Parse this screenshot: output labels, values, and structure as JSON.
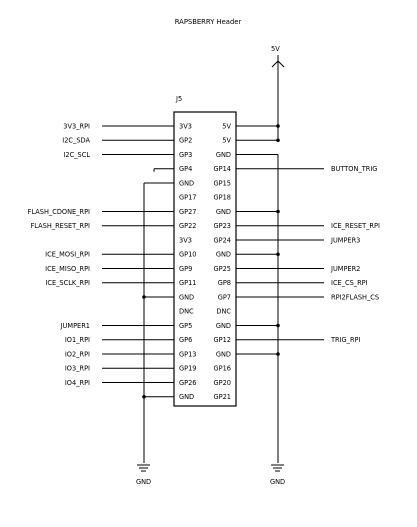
{
  "title": "RAPSBERRY Header",
  "connector": {
    "refdes": "J5",
    "left_pins": [
      "3V3",
      "GP2",
      "GP3",
      "GP4",
      "GND",
      "GP17",
      "GP27",
      "GP22",
      "3V3",
      "GP10",
      "GP9",
      "GP11",
      "GND",
      "DNC",
      "GP5",
      "GP6",
      "GP13",
      "GP19",
      "GP26",
      "GND"
    ],
    "right_pins": [
      "5V",
      "5V",
      "GND",
      "GP14",
      "GP15",
      "GP18",
      "GND",
      "GP23",
      "GP24",
      "GND",
      "GP25",
      "GP8",
      "GP7",
      "DNC",
      "GND",
      "GP12",
      "GND",
      "GP16",
      "GP20",
      "GP21"
    ]
  },
  "left_nets": [
    "3V3_RPI",
    "I2C_SDA",
    "I2C_SCL",
    "",
    "",
    "",
    "FLASH_CDONE_RPI",
    "FLASH_RESET_RPI",
    "",
    "ICE_MOSI_RPI",
    "ICE_MISO_RPI",
    "ICE_SCLK_RPI",
    "",
    "",
    "JUMPER1",
    "IO1_RPI",
    "IO2_RPI",
    "IO3_RPI",
    "IO4_RPI",
    ""
  ],
  "right_nets": [
    "",
    "",
    "",
    "BUTTON_TRIG",
    "",
    "",
    "",
    "ICE_RESET_RPI",
    "JUMPER3",
    "",
    "JUMPER2",
    "ICE_CS_RPI",
    "RPI2FLASH_CS",
    "",
    "",
    "TRIG_RPI",
    "",
    "",
    "",
    ""
  ],
  "power": {
    "label": "5V"
  },
  "grounds": [
    "GND",
    "GND"
  ]
}
